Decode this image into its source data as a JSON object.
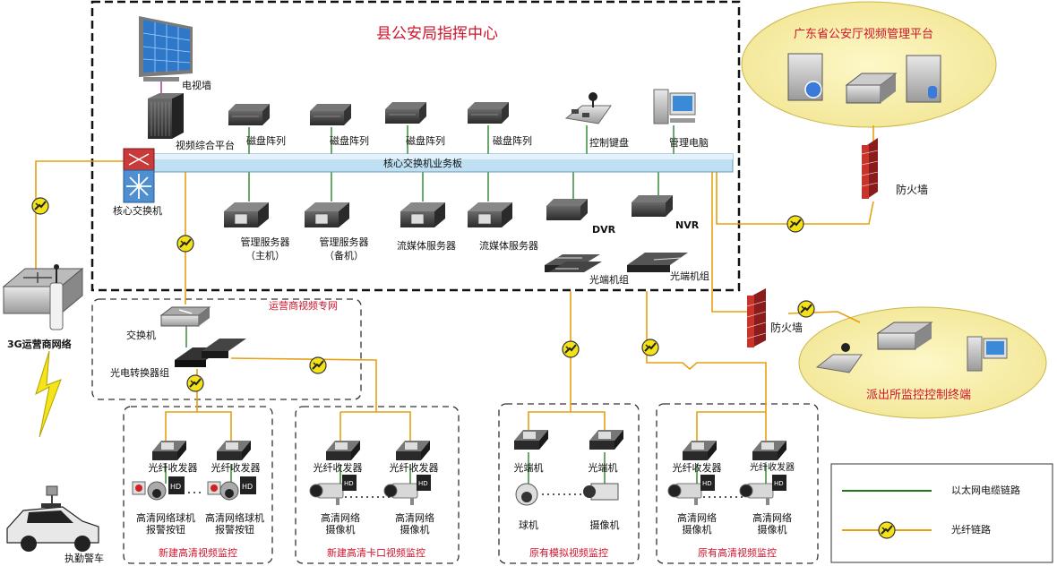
{
  "command_center": {
    "title": "县公安局指挥中心"
  },
  "gd_platform": {
    "title": "广东省公安厅视频管理平台"
  },
  "police_station": {
    "title": "派出所监控控制终端"
  },
  "carrier_net": {
    "title": "运营商视频专网"
  },
  "devices": {
    "tv_wall": "电视墙",
    "video_platform": "视频综合平台",
    "disk1": "磁盘阵列",
    "disk2": "磁盘阵列",
    "disk3": "磁盘阵列",
    "disk4": "磁盘阵列",
    "control_keyboard": "控制键盘",
    "mgmt_pc": "管理电脑",
    "core_switch": "核心交换机",
    "backplane": "核心交换机业务板",
    "mgmt_server_main": "管理服务器",
    "mgmt_server_main_sub": "（主机）",
    "mgmt_server_backup": "管理服务器",
    "mgmt_server_backup_sub": "（备机）",
    "stream_server1": "流媒体服务器",
    "stream_server2": "流媒体服务器",
    "dvr": "DVR",
    "nvr": "NVR",
    "optical_group1": "光端机组",
    "optical_group2": "光端机组",
    "firewall_top": "防火墙",
    "firewall_bottom": "防火墙",
    "net3g": "3G运营商网络",
    "patrol_car": "执勤警车",
    "switch": "交换机",
    "converter_group": "光电转换器组"
  },
  "groups": [
    {
      "title": "新建高清视频监控",
      "left": "光纤收发器",
      "right": "光纤收发器",
      "bottom_left": "高清网络球机\n报警按钮",
      "bottom_right": "高清网络球机\n报警按钮"
    },
    {
      "title": "新建高清卡口视频监控",
      "left": "光纤收发器",
      "right": "光纤收发器",
      "bottom_left": "高清网络\n摄像机",
      "bottom_right": "高清网络\n摄像机"
    },
    {
      "title": "原有模拟视频监控",
      "left": "光端机",
      "right": "光端机",
      "bottom_left": "球机",
      "bottom_right": "摄像机"
    },
    {
      "title": "原有高清视频监控",
      "left": "光纤收发器",
      "right": "光纤收发器",
      "bottom_left": "高清网络\n摄像机",
      "bottom_right": "高清网络\n摄像机"
    }
  ],
  "legend": {
    "ethernet": "以太网电缆链路",
    "fiber": "光纤链路"
  },
  "colors": {
    "fiber": "#e6a010",
    "ethernet": "#1a7a1a",
    "title_red": "#d0142c",
    "backplane": "#bfe0f2"
  }
}
